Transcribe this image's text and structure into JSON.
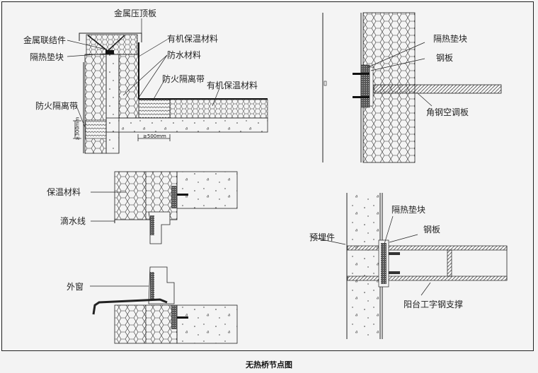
{
  "caption": "无热桥节点图",
  "detail_parapet": {
    "labels": {
      "metal_coping": "金属压顶板",
      "metal_connector": "金属联结件",
      "insulation_block": "隔热垫块",
      "organic_insulation_1": "有机保温材料",
      "waterproof": "防水材料",
      "fire_barrier_roof": "防火隔离带",
      "organic_insulation_2": "有机保温材料",
      "fire_barrier_wall": "防火隔离带"
    },
    "dimensions": {
      "wall_band": "≥300mm",
      "roof_band": "≥500mm"
    }
  },
  "detail_ac_bracket": {
    "labels": {
      "insulation_block": "隔热垫块",
      "steel_plate": "钢板",
      "angle_steel_ac_board": "角钢空调板"
    }
  },
  "detail_window_head": {
    "labels": {
      "insulation": "保温材料",
      "drip_line": "滴水线"
    }
  },
  "detail_window_sill": {
    "labels": {
      "outer_window": "外窗"
    }
  },
  "detail_balcony": {
    "labels": {
      "insulation_block": "隔热垫块",
      "steel_plate": "钢板",
      "embedded_part": "预埋件",
      "balcony_i_beam": "阳台工字钢支撑"
    }
  },
  "colors": {
    "line": "#222222",
    "background": "#f4f4f4"
  }
}
